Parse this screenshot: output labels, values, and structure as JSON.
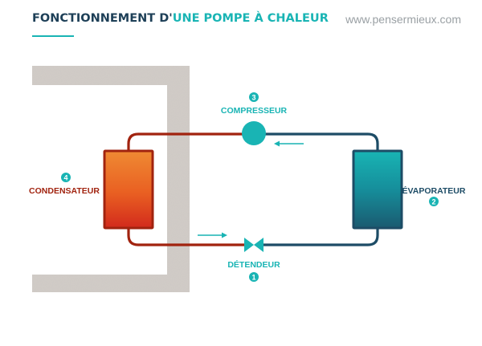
{
  "header": {
    "title_part1": "FONCTIONNEMENT D'",
    "title_part2": "UNE POMPE À CHALEUR",
    "site": "www.pensermieux.com"
  },
  "colors": {
    "title_dark": "#1d3f57",
    "accent_teal": "#19b4b4",
    "hot_pipe": "#a1230f",
    "cold_pipe": "#1d4c66",
    "wall": "#d2cdc8",
    "url_grey": "#9aa0a4"
  },
  "components": {
    "compressor": {
      "number": "3",
      "label": "COMPRESSEUR"
    },
    "evaporator": {
      "number": "2",
      "label": "ÉVAPORATEUR"
    },
    "condenser": {
      "number": "4",
      "label": "CONDENSATEUR"
    },
    "expansion_valve": {
      "number": "1",
      "label": "DÉTENDEUR"
    }
  }
}
